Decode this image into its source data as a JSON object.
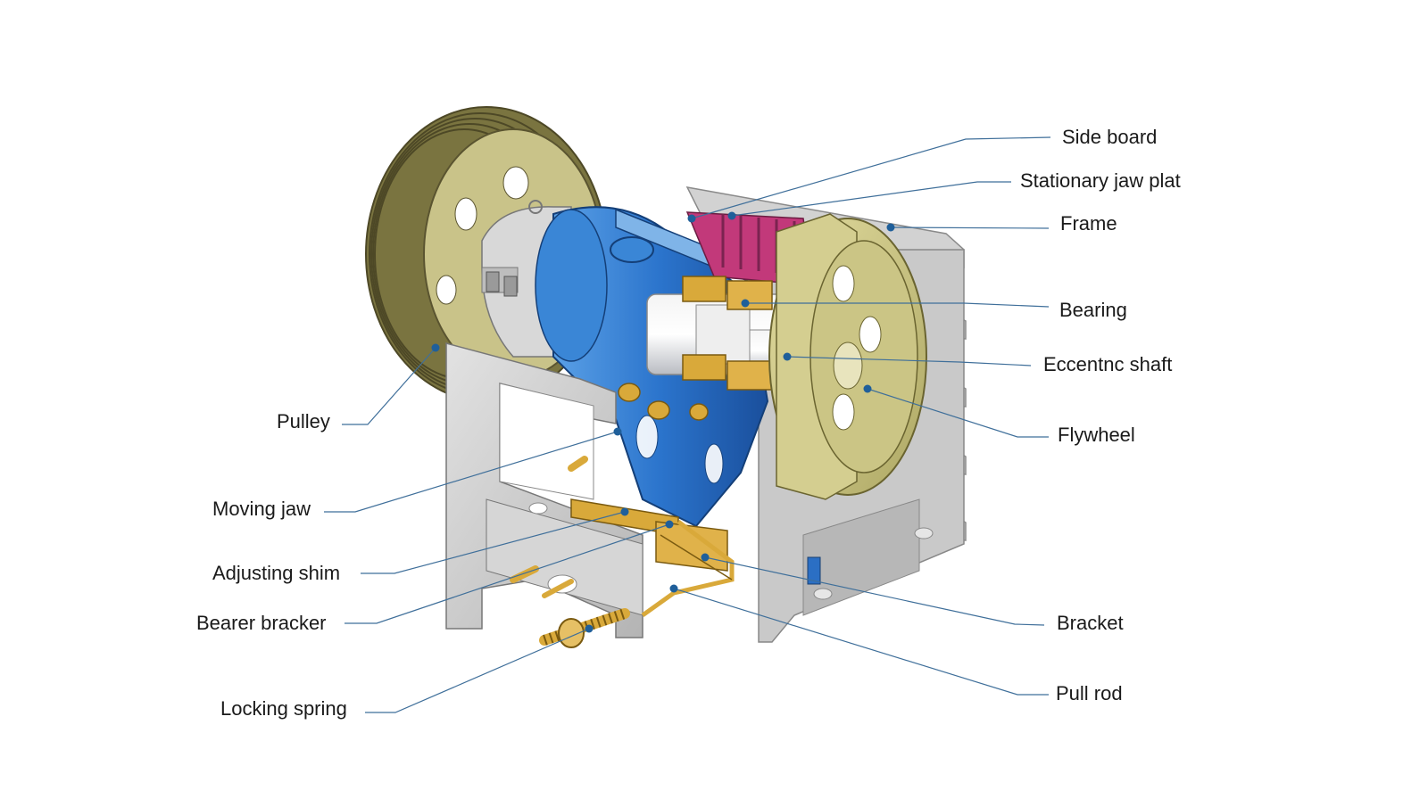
{
  "colors": {
    "leader_line": "#3f6f9a",
    "leader_dot": "#1f5f9a",
    "frame_gray": "#cfcfcf",
    "pulley_olive": "#7a7440",
    "flywheel_khaki": "#cfc88a",
    "moving_jaw_blue": "#2b6fc4",
    "jaw_plate_magenta": "#c2397a",
    "brass": "#d9a93a"
  },
  "labels": {
    "side_board": "Side board",
    "stationary_jaw_plat": "Stationary jaw plat",
    "frame": "Frame",
    "bearing": "Bearing",
    "eccentnc_shaft": "Eccentnc shaft",
    "flywheel": "Flywheel",
    "pulley": "Pulley",
    "moving_jaw": "Moving jaw",
    "adjusting_shim": "Adjusting shim",
    "bearer_bracker": "Bearer bracker",
    "locking_spring": "Locking spring",
    "bracket": "Bracket",
    "pull_rod": "Pull rod"
  }
}
